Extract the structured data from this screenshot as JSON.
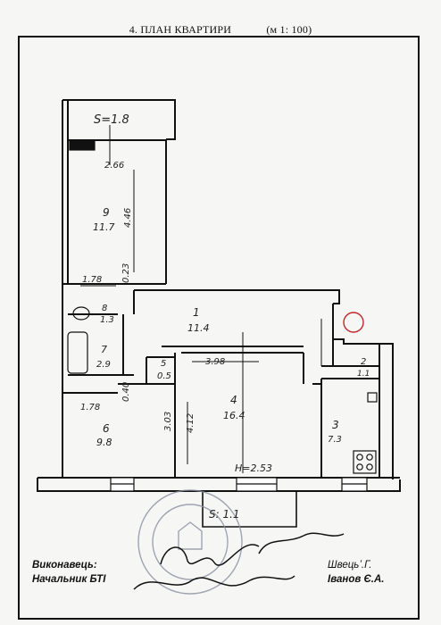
{
  "header": {
    "title": "4. ПЛАН КВАРТИРИ",
    "scale": "(м 1: 100)"
  },
  "rooms": {
    "balcony_top": {
      "area": "S=1.8"
    },
    "r9": {
      "num": "9",
      "area": "11.7"
    },
    "r1": {
      "num": "1",
      "area": "11.4"
    },
    "r8": {
      "num": "8",
      "area": "1.3"
    },
    "r7": {
      "num": "7",
      "area": "2.9"
    },
    "r5": {
      "num": "5",
      "area": "0.5"
    },
    "r4": {
      "num": "4",
      "area": "16.4"
    },
    "r6": {
      "num": "6",
      "area": "9.8"
    },
    "r3": {
      "num": "3",
      "area": "7.3"
    },
    "r2": {
      "num": "2",
      "area": "1.1"
    },
    "balcony_bottom": {
      "area": "S: 1.1"
    }
  },
  "dimensions": {
    "d_266": "2.66",
    "d_446": "4.46",
    "d_178_top": "1.78",
    "d_023": "0.23",
    "d_398": "3.98",
    "d_040": "0.40",
    "d_178_bottom": "1.78",
    "d_303": "3.03",
    "d_412": "4.12",
    "height": "H=2.53"
  },
  "footer": {
    "executor_label": "Виконавець:",
    "chief_label": "Начальник БТІ",
    "executor_name": "Швецьʼ.Г.",
    "chief_name": "Іванов Є.А."
  },
  "colors": {
    "ink": "#111111",
    "stamp": "#8a8fa0",
    "red_circle": "#c0272d",
    "paper": "#f6f6f4"
  },
  "icons": [
    "bathtub-icon",
    "toilet-icon",
    "stove-icon",
    "red-circle-mark",
    "stamp-seal",
    "signature"
  ]
}
